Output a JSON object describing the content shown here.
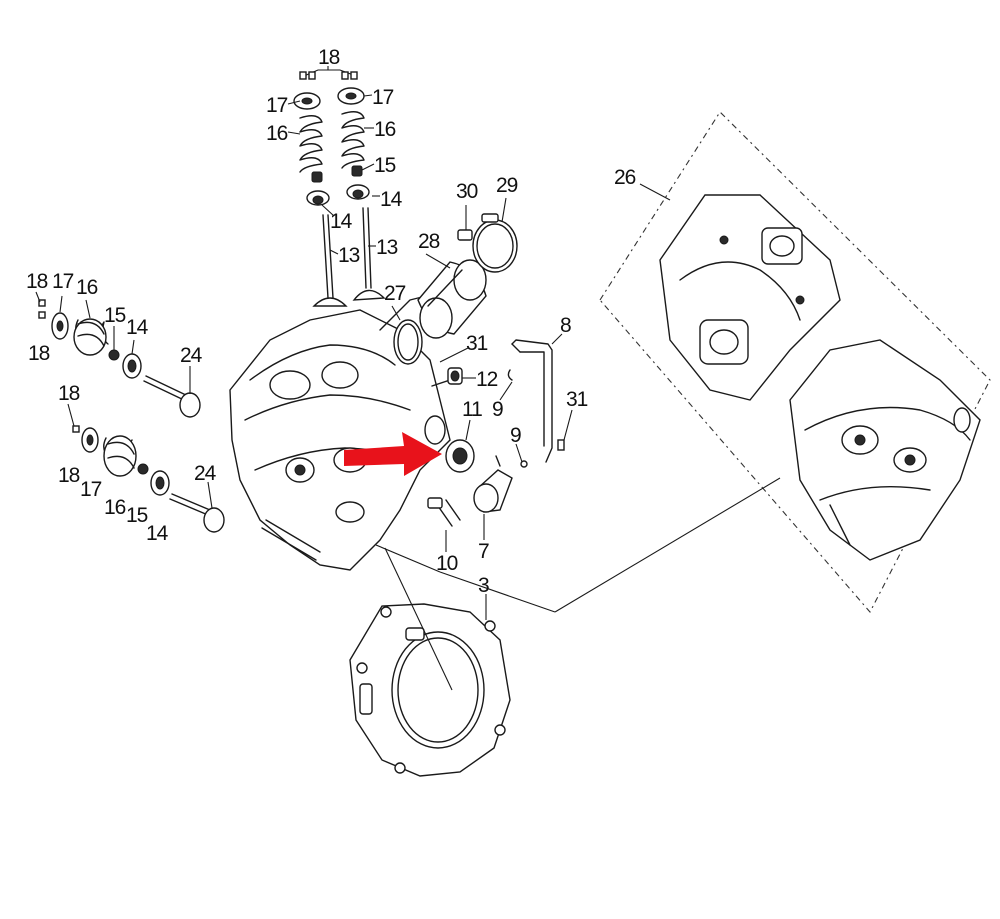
{
  "diagram": {
    "accent_color": "#e8121b",
    "line_color": "#1a1a1a",
    "background_color": "#ffffff",
    "callouts": [
      "18",
      "17",
      "17",
      "16",
      "16",
      "15",
      "14",
      "14",
      "13",
      "13",
      "30",
      "29",
      "28",
      "27",
      "26",
      "18",
      "17",
      "16",
      "15",
      "14",
      "18",
      "24",
      "18",
      "18",
      "17",
      "16",
      "15",
      "14",
      "24",
      "31",
      "12",
      "11",
      "9",
      "8",
      "31",
      "9",
      "10",
      "7",
      "3"
    ],
    "highlight": {
      "arrow_icon": "red-arrow-icon",
      "target_callout": "11"
    }
  }
}
